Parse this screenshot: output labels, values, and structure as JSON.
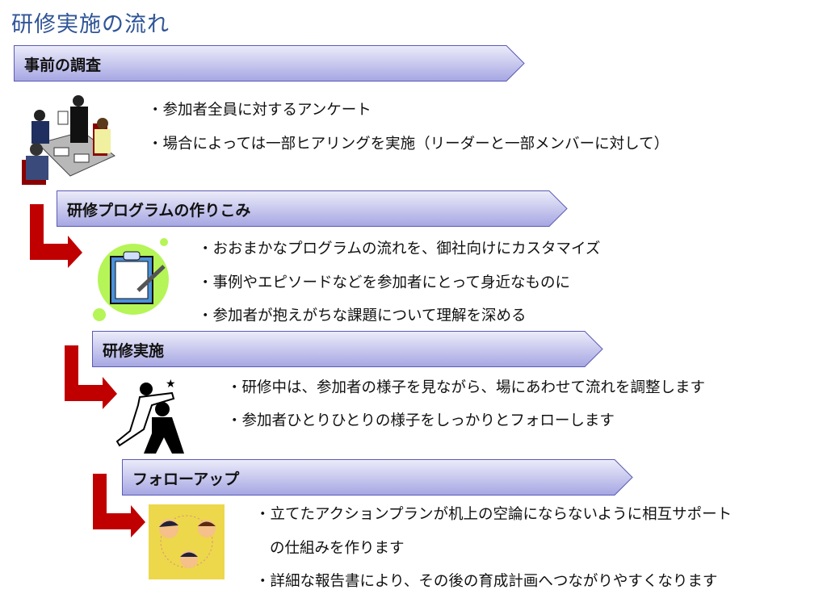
{
  "title": "研修実施の流れ",
  "steps": [
    {
      "label": "事前の調査",
      "icon": "meeting-illustration",
      "bullets": [
        "・参加者全員に対するアンケート",
        "・場合によっては一部ヒアリングを実施（リーダーと一部メンバーに対して）"
      ]
    },
    {
      "label": "研修プログラムの作りこみ",
      "icon": "clipboard-icon",
      "bullets": [
        "・おおまかなプログラムの流れを、御社向けにカスタマイズ",
        "・事例やエピソードなどを参加者にとって身近なものに",
        "・参加者が抱えがちな課題について理解を深める"
      ]
    },
    {
      "label": "研修実施",
      "icon": "helping-people-illustration",
      "bullets": [
        "・研修中は、参加者の様子を見ながら、場にあわせて流れを調整します",
        "・参加者ひとりひとりの様子をしっかりとフォローします"
      ]
    },
    {
      "label": "フォローアップ",
      "icon": "smiling-faces-illustration",
      "bullets": [
        "・立てたアクションプランが机上の空論にならないように相互サポート",
        "の仕組みを作ります",
        "・詳細な報告書により、その後の育成計画へつながりやすくなります"
      ]
    }
  ],
  "colors": {
    "title": "#2f5597",
    "arrow": "#c00000",
    "banner_top": "#e8e8f8",
    "banner_bottom": "#a8a8e4"
  }
}
